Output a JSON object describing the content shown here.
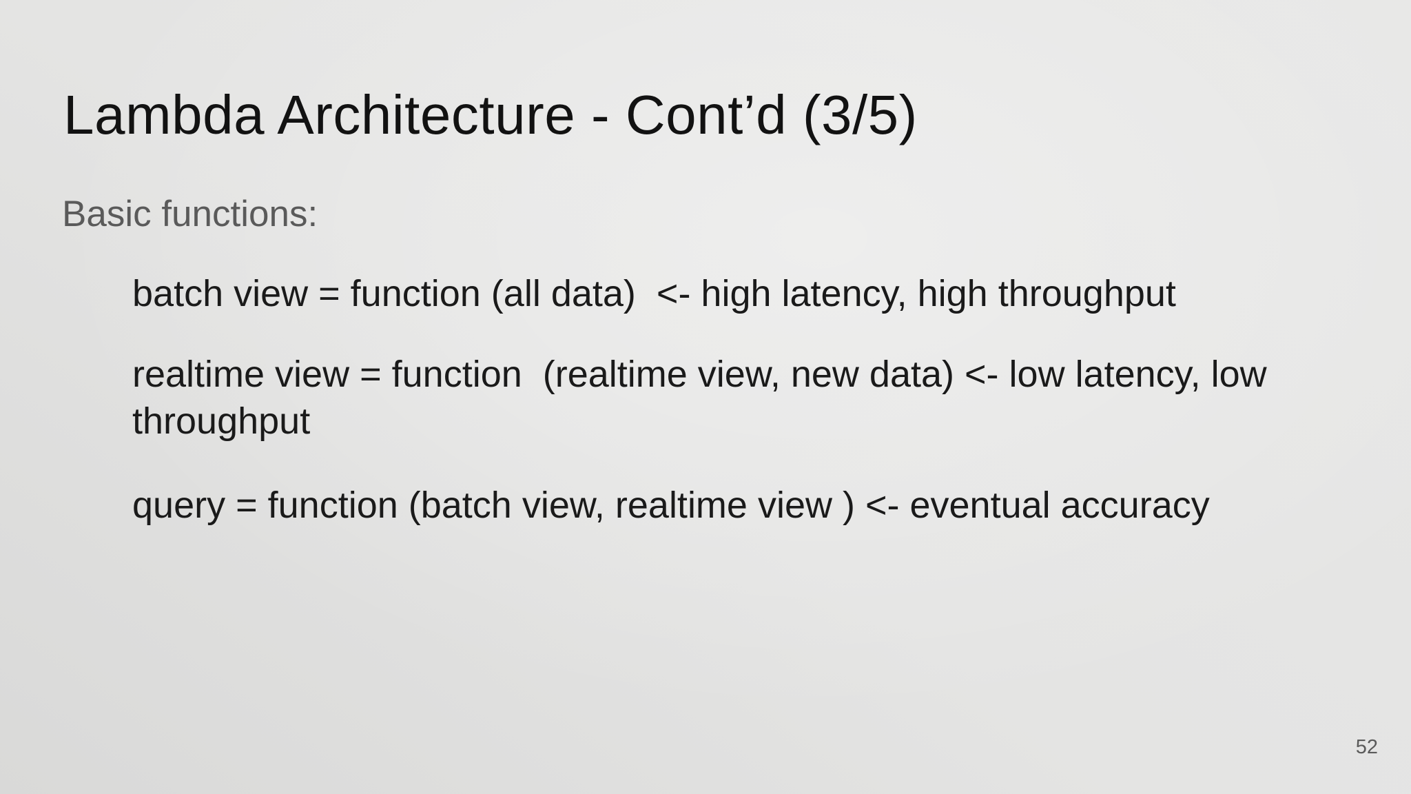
{
  "slide": {
    "title": "Lambda Architecture - Cont’d (3/5)",
    "subtitle": "Basic functions:",
    "bullets": [
      {
        "lines": [
          "batch view = function (all data)  <- high latency, high throughput"
        ]
      },
      {
        "lines": [
          "realtime view = function  (realtime view, new data) <- low latency, low",
          "throughput"
        ]
      },
      {
        "lines": [
          "query = function (batch view, realtime view ) <- eventual accuracy"
        ]
      }
    ],
    "page_number": "52"
  },
  "colors": {
    "background_dark": "#e2e2e1",
    "title_text": "#121212",
    "body_text": "#1a1a1a",
    "muted_text": "#5a5a5a"
  }
}
